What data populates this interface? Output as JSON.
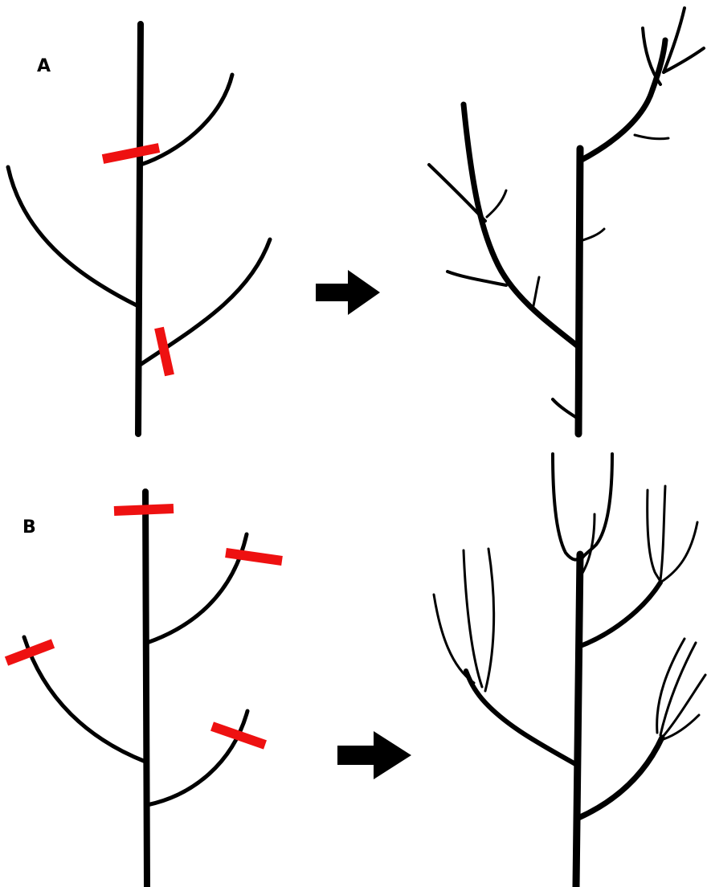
{
  "panels": [
    {
      "label": "A"
    },
    {
      "label": "B"
    }
  ],
  "colors": {
    "branch": "#000000",
    "cut_mark": "#ee1111",
    "arrow": "#000000",
    "background": "#ffffff"
  },
  "icons": {
    "arrow": "right-arrow-icon",
    "cut": "pruning-cut-mark"
  }
}
